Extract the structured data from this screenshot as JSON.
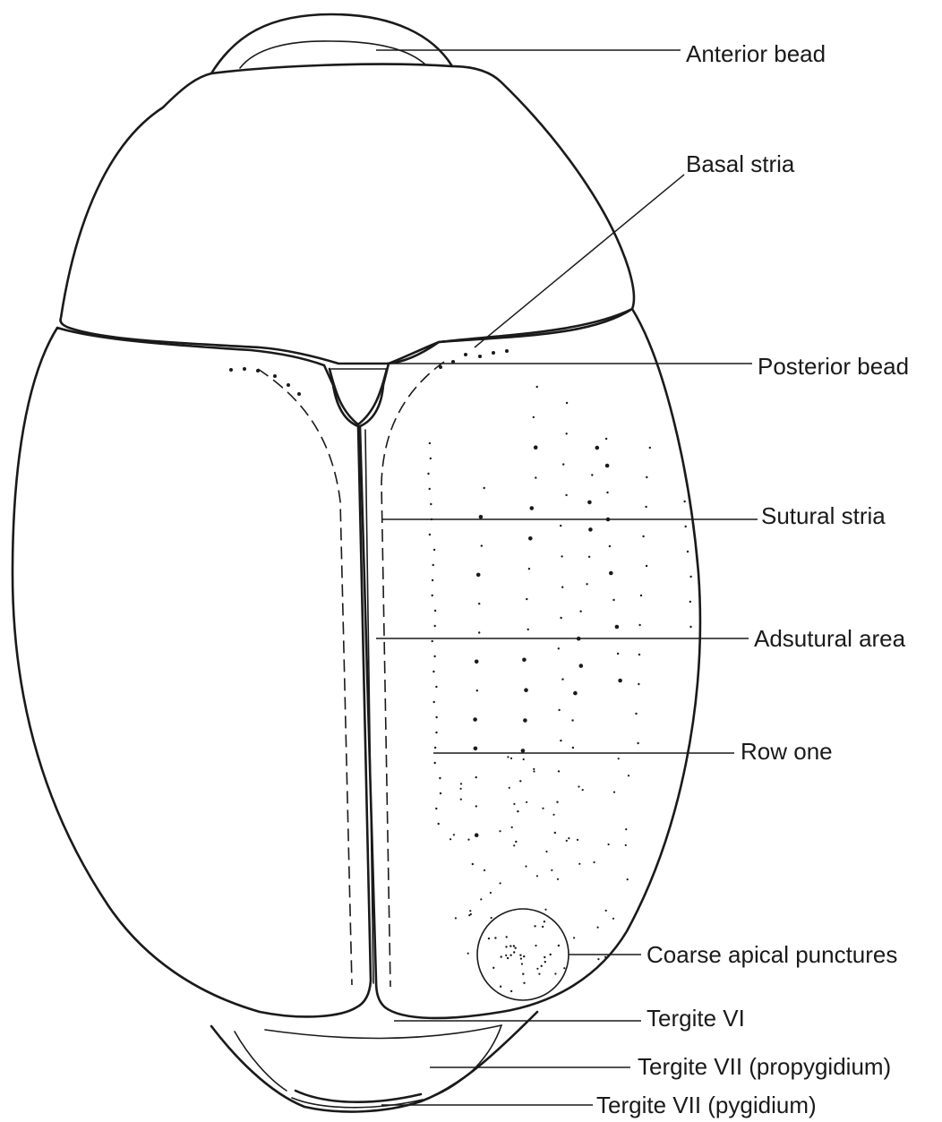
{
  "labels": {
    "anterior_bead": "Anterior bead",
    "basal_stria": "Basal stria",
    "posterior_bead": "Posterior bead",
    "sutural_stria": "Sutural stria",
    "adsutural_area": "Adsutural area",
    "row_one": "Row one",
    "coarse_apical_punctures": "Coarse apical punctures",
    "tergite_vi": "Tergite VI",
    "tergite_vii_propygidium": "Tergite VII (propygidium)",
    "tergite_vii_pygidium": "Tergite VII (pygidium)"
  },
  "colors": {
    "ink": "#1a1a1a",
    "background": "#ffffff"
  }
}
